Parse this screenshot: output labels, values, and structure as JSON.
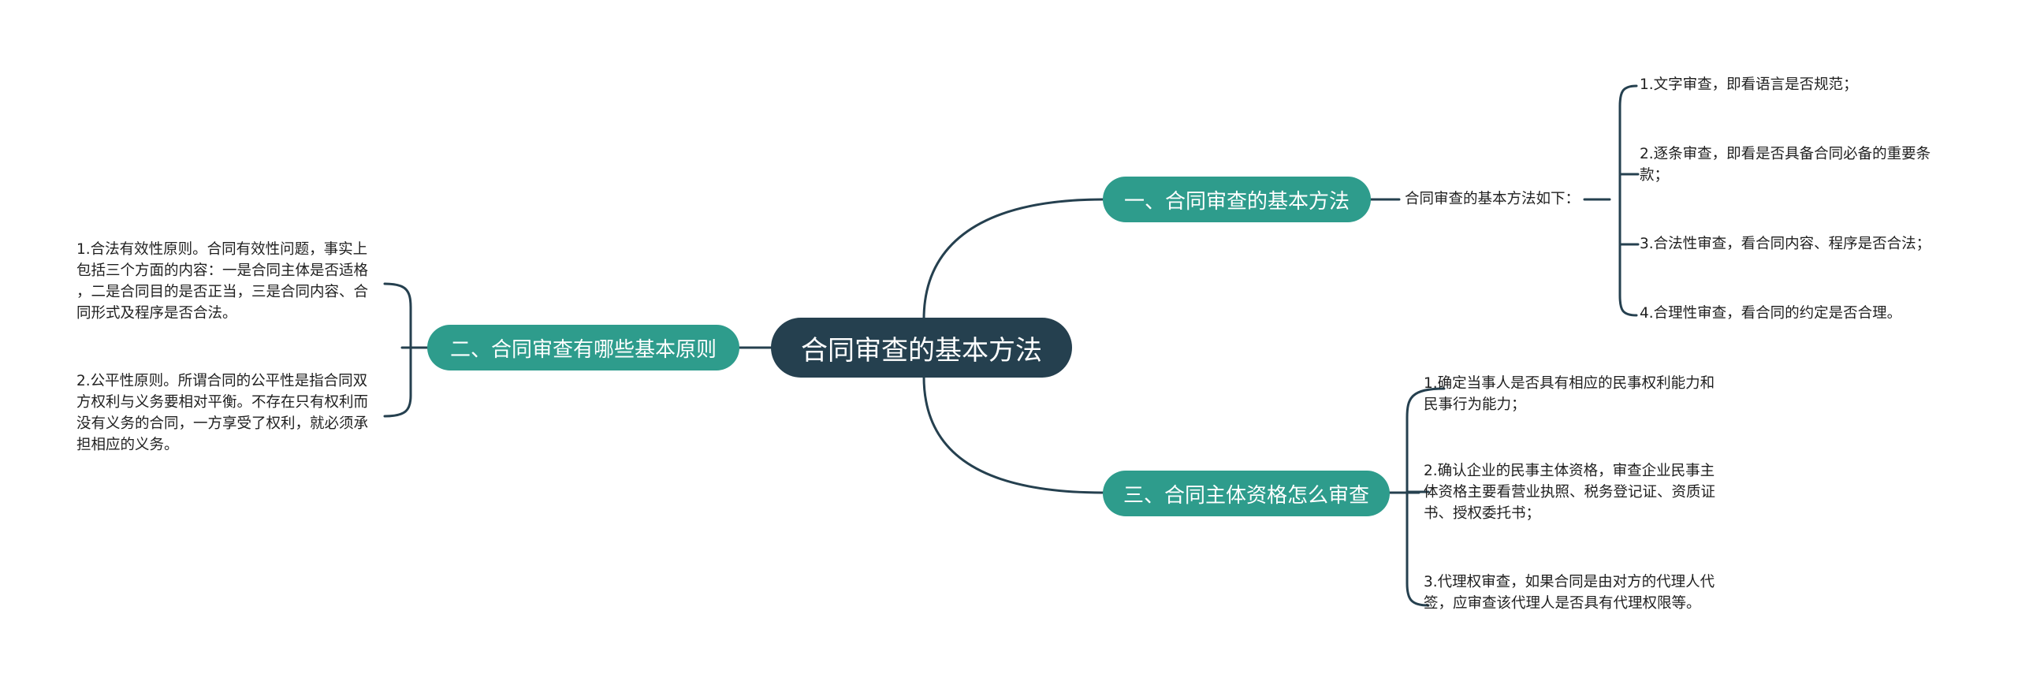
{
  "colors": {
    "root_bg": "#25404f",
    "branch_bg": "#2e9c8c",
    "line": "#25404f",
    "text": "#1f1f1f"
  },
  "root": {
    "label": "合同审查的基本方法"
  },
  "branches": [
    {
      "label": "一、合同审查的基本方法",
      "intro": "合同审查的基本方法如下：",
      "items": [
        "1.文字审查，即看语言是否规范；",
        "2.逐条审查，即看是否具备合同必备的重要条\n款；",
        "3.合法性审查，看合同内容、程序是否合法；",
        "4.合理性审查，看合同的约定是否合理。"
      ]
    },
    {
      "label": "二、合同审查有哪些基本原则",
      "items": [
        "1.合法有效性原则。合同有效性问题，事实上\n包括三个方面的内容：一是合同主体是否适格\n，二是合同目的是否正当，三是合同内容、合\n同形式及程序是否合法。",
        "2.公平性原则。所谓合同的公平性是指合同双\n方权利与义务要相对平衡。不存在只有权利而\n没有义务的合同，一方享受了权利，就必须承\n担相应的义务。"
      ]
    },
    {
      "label": "三、合同主体资格怎么审查",
      "items": [
        "1.确定当事人是否具有相应的民事权利能力和\n民事行为能力；",
        "2.确认企业的民事主体资格，审查企业民事主\n体资格主要看营业执照、税务登记证、资质证\n书、授权委托书；",
        "3.代理权审查，如果合同是由对方的代理人代\n签，应审查该代理人是否具有代理权限等。"
      ]
    }
  ]
}
